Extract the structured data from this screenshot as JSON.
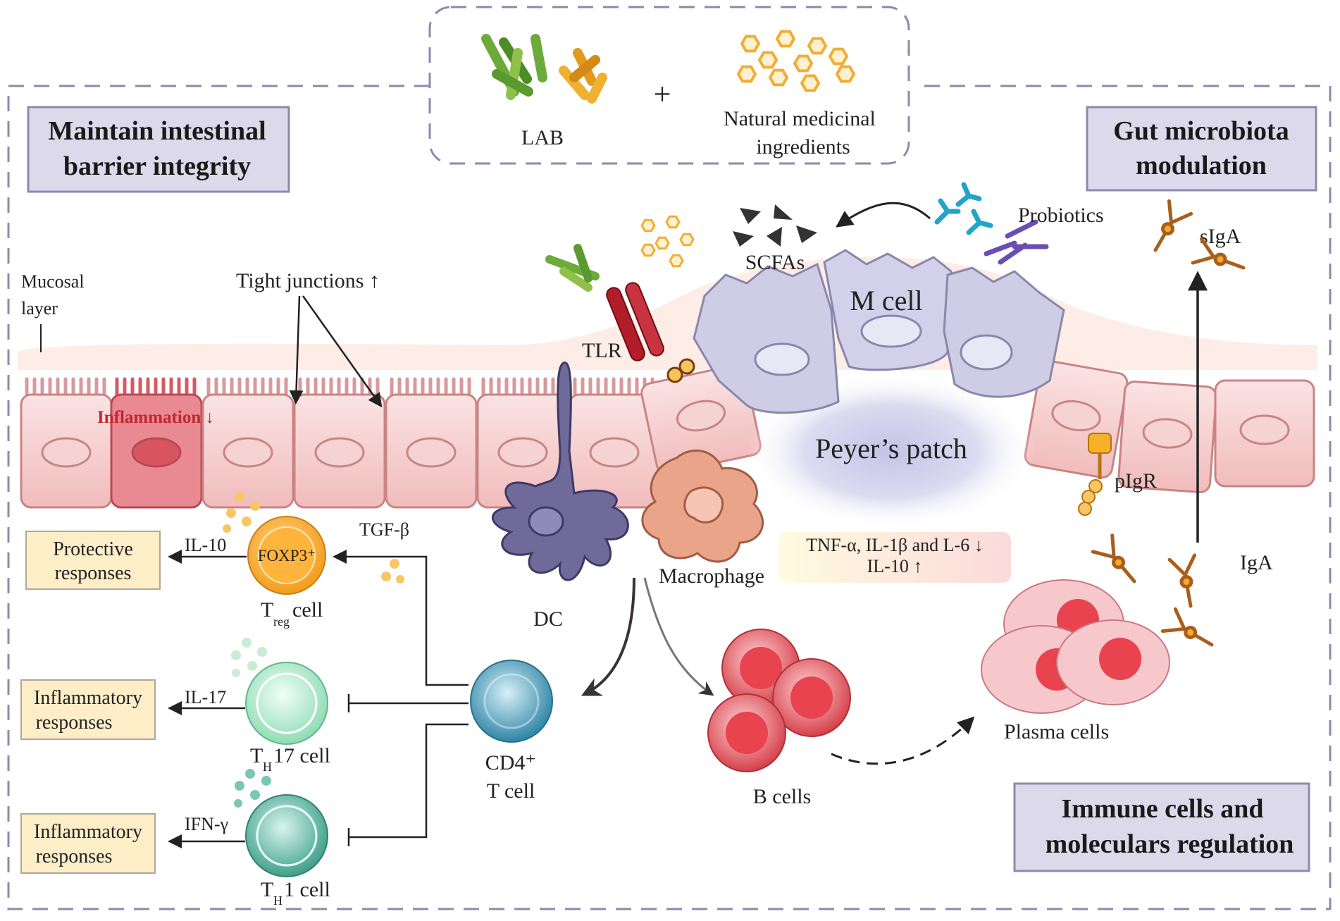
{
  "inputs": {
    "lab": "LAB",
    "plus": "+",
    "natural_line1": "Natural medicinal",
    "natural_line2": "ingredients"
  },
  "headers": {
    "barrier_line1": "Maintain intestinal",
    "barrier_line2": "barrier integrity",
    "microbiota_line1": "Gut microbiota",
    "microbiota_line2": "modulation",
    "immune_line1": "Immune cells and",
    "immune_line2": "moleculars regulation"
  },
  "epithelium": {
    "mucosal_line1": "Mucosal",
    "mucosal_line2": "layer",
    "tight_junctions": "Tight junctions ↑",
    "inflammation": "Inflammation ↓",
    "tlr": "TLR",
    "m_cell": "M cell",
    "peyers_patch": "Peyer’s patch",
    "scfas": "SCFAs",
    "probiotics": "Probiotics",
    "sIgA": "sIgA",
    "pIgR": "pIgR",
    "IgA": "IgA"
  },
  "cells": {
    "dc": "DC",
    "macrophage": "Macrophage",
    "cd4_line1": "CD4⁺",
    "cd4_line2": "T cell",
    "foxp3": "FOXP3⁺",
    "treg_T": "T",
    "treg_sub": "reg",
    "treg_rest": " cell",
    "th17_T": "T",
    "th17_sub": "H",
    "th17_rest": "17 cell",
    "th1_T": "T",
    "th1_sub": "H",
    "th1_rest": "1 cell",
    "b_cells": "B cells",
    "plasma_cells": "Plasma cells"
  },
  "cytokines": {
    "tgf_b": "TGF-β",
    "il10": "IL-10",
    "il17": "IL-17",
    "ifn_g": "IFN-γ",
    "box_line1": "TNF-α, IL-1β and L-6 ↓",
    "box_line2": "IL-10 ↑"
  },
  "responses": {
    "protective_line1": "Protective",
    "protective_line2": "responses",
    "inflammatory1_line1": "Inflammatory",
    "inflammatory1_line2": "responses",
    "inflammatory2_line1": "Inflammatory",
    "inflammatory2_line2": "responses"
  },
  "colors": {
    "header_fill": "#dcdaea",
    "header_stroke": "#8d89ad",
    "response_fill": "#fdeec8",
    "epithelium": "#f2c2c2",
    "m_cell": "#c9c8e2",
    "treg": "#f6a92b",
    "th17": "#a8e4c4",
    "th1": "#5fb8a4",
    "cd4": "#4a9ab7",
    "b_cell": "#e0505a",
    "inflammation_text": "#c0282d"
  }
}
